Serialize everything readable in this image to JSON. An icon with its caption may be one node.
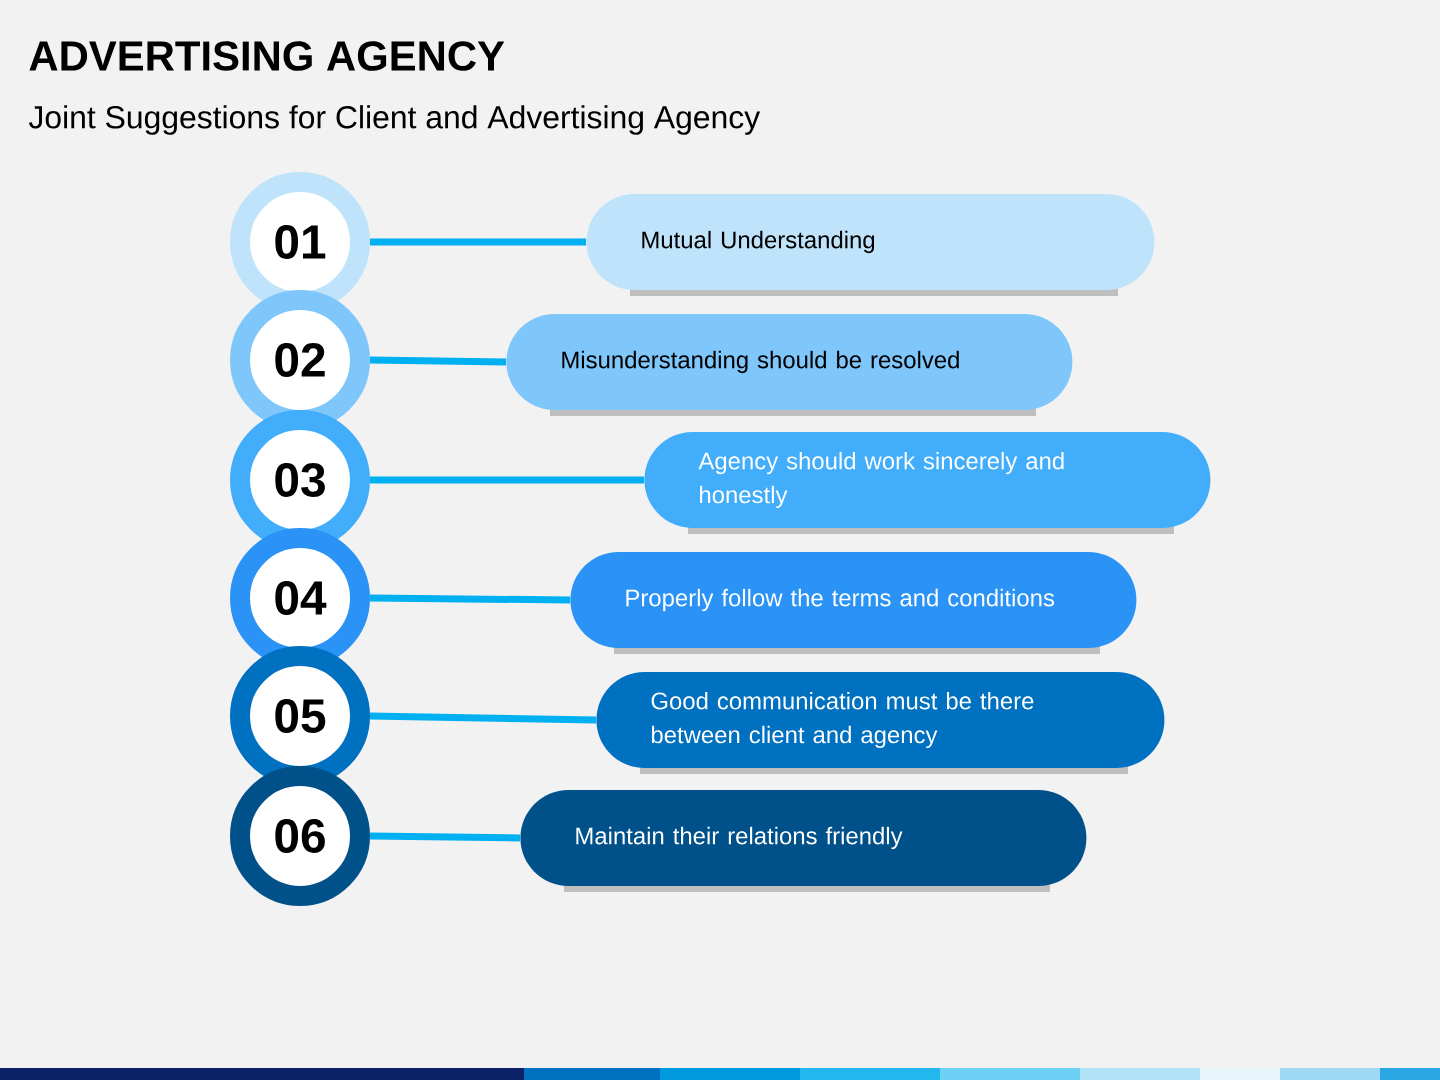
{
  "diagram": {
    "title": "ADVERTISING AGENCY",
    "caption": "Joint Suggestions for Client and Advertising Agency",
    "nodes": [
      {
        "text": [
          "01"
        ]
      },
      {
        "text": [
          "02"
        ]
      },
      {
        "text": [
          "03"
        ]
      },
      {
        "text": [
          "04"
        ]
      },
      {
        "text": [
          "05"
        ]
      },
      {
        "text": [
          "06"
        ]
      },
      {
        "text": [
          "Mutual Understanding"
        ]
      },
      {
        "text": [
          "Misunderstanding should be resolved"
        ]
      },
      {
        "text": [
          "Agency should work sincerely and honestly"
        ]
      },
      {
        "text": [
          "Properly follow the terms and conditions"
        ]
      },
      {
        "text": [
          "Good communication must be there between client and agency"
        ]
      },
      {
        "text": [
          "Maintain their relations friendly"
        ]
      }
    ],
    "edges": [
      {
        "from": 0,
        "to": 6,
        "arrow": "none"
      },
      {
        "from": 1,
        "to": 7,
        "arrow": "none"
      },
      {
        "from": 2,
        "to": 8,
        "arrow": "none"
      },
      {
        "from": 3,
        "to": 9,
        "arrow": "none"
      },
      {
        "from": 4,
        "to": 10,
        "arrow": "none"
      },
      {
        "from": 5,
        "to": 11,
        "arrow": "none"
      }
    ]
  }
}
